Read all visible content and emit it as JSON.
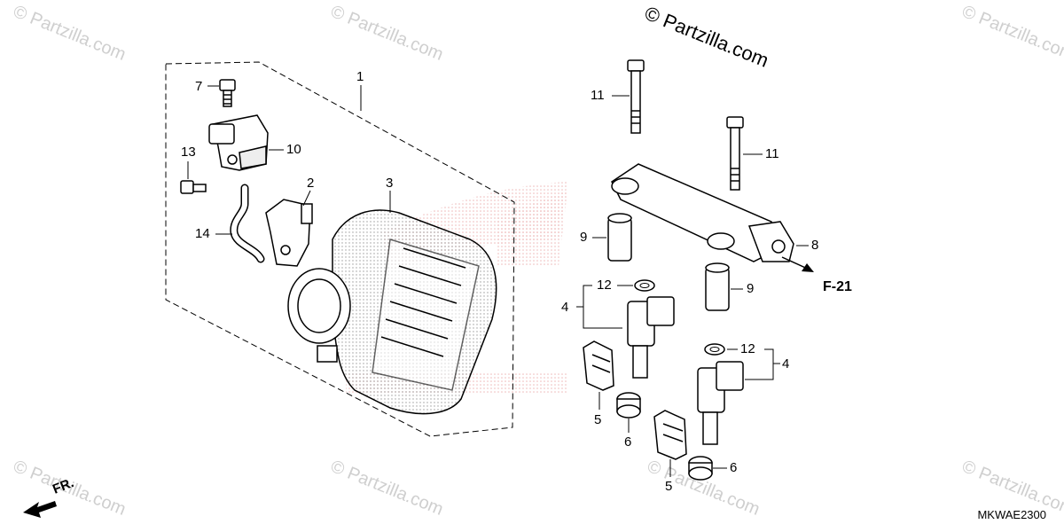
{
  "watermark": {
    "text": "© Partzilla.com"
  },
  "copyright_text": "© Partzilla.com",
  "diagram_code": "MKWAE2300",
  "direction_label": "FR.",
  "reference_label": "F-21",
  "callouts": {
    "c1": "1",
    "c2": "2",
    "c3": "3",
    "c4a": "4",
    "c4b": "4",
    "c5a": "5",
    "c5b": "5",
    "c6a": "6",
    "c6b": "6",
    "c7": "7",
    "c8": "8",
    "c9a": "9",
    "c9b": "9",
    "c10": "10",
    "c11a": "11",
    "c11b": "11",
    "c12a": "12",
    "c12b": "12",
    "c13": "13",
    "c14": "14"
  }
}
